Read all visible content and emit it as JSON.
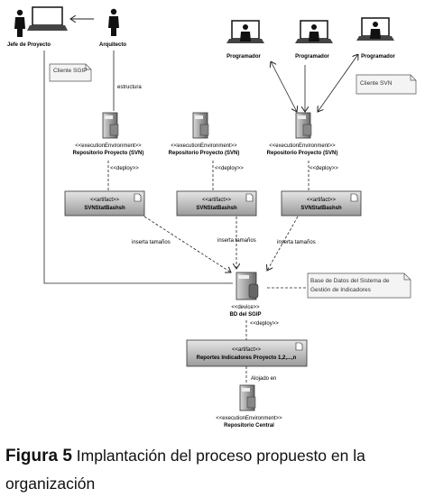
{
  "actors": {
    "jefe": "Jefe de Proyecto",
    "arquitecto": "Arquitecto",
    "programador": "Programador"
  },
  "notes": {
    "cliente_sgip": "Cliente SGIP",
    "cliente_svn": "Cliente SVN",
    "base_datos_line1": "Base de Datos del Sistema de",
    "base_datos_line2": "Gestión de Indicadores"
  },
  "labels": {
    "estructura": "estructura",
    "inserta_tamanos": "inserta tamaños",
    "alojado_en": "Alojado en"
  },
  "stereotypes": {
    "execution_environment": "<<executionEnvironment>>",
    "deploy": "<<deploy>>",
    "artifact": "<<artifact>>",
    "device": "<<device>>",
    "execution_environment_spaced": "<<executionEnvironment>>"
  },
  "nodes": {
    "repositorio_proyecto": "Repositorio Proyecto (SVN)",
    "svnstatbashsh": "SVNStatBashsh",
    "bd_sgip": "BD del SGIP",
    "reportes": "Reportes Indicadores Proyecto 1,2,...,n",
    "repositorio_central": "Repositorio Central"
  },
  "caption": {
    "figure_label": "Figura 5",
    "text": "Implantación del proceso propuesto en la organización"
  }
}
